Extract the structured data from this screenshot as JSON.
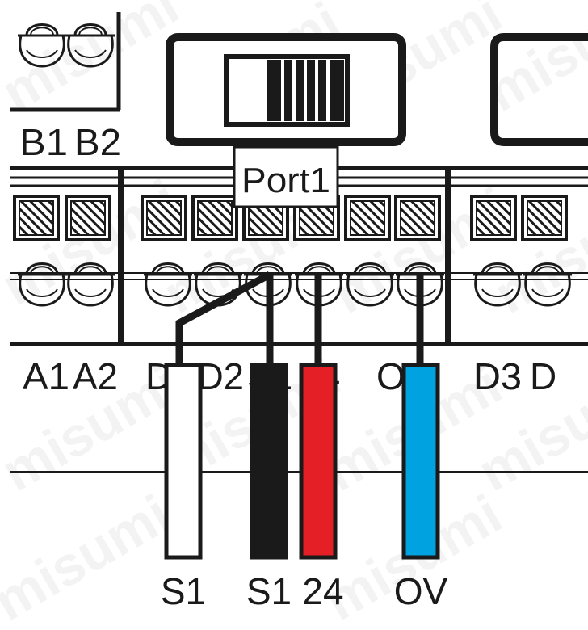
{
  "port_label": "Port1",
  "top_labels": [
    {
      "id": "b1",
      "text": "B1"
    },
    {
      "id": "b2",
      "text": "B2"
    }
  ],
  "terminal_labels": [
    {
      "id": "a1",
      "text": "A1"
    },
    {
      "id": "a2",
      "text": "A2"
    },
    {
      "id": "d1",
      "text": "D"
    },
    {
      "id": "d2",
      "text": "D2"
    },
    {
      "id": "s1-partial",
      "text": "S1"
    },
    {
      "id": "p24-partial",
      "text": "24"
    },
    {
      "id": "ov-partial",
      "text": "OV"
    },
    {
      "id": "d3",
      "text": "D3"
    },
    {
      "id": "d4",
      "text": "D"
    }
  ],
  "wires": [
    {
      "id": "s1-white",
      "label": "S1",
      "color": "#ffffff"
    },
    {
      "id": "s1-black",
      "label": "S1",
      "color": "#1a1a1a"
    },
    {
      "id": "p24-red",
      "label": "24",
      "color": "#e41f26"
    },
    {
      "id": "ov-blue",
      "label": "OV",
      "color": "#00a3e0"
    }
  ],
  "watermark": "misumi"
}
